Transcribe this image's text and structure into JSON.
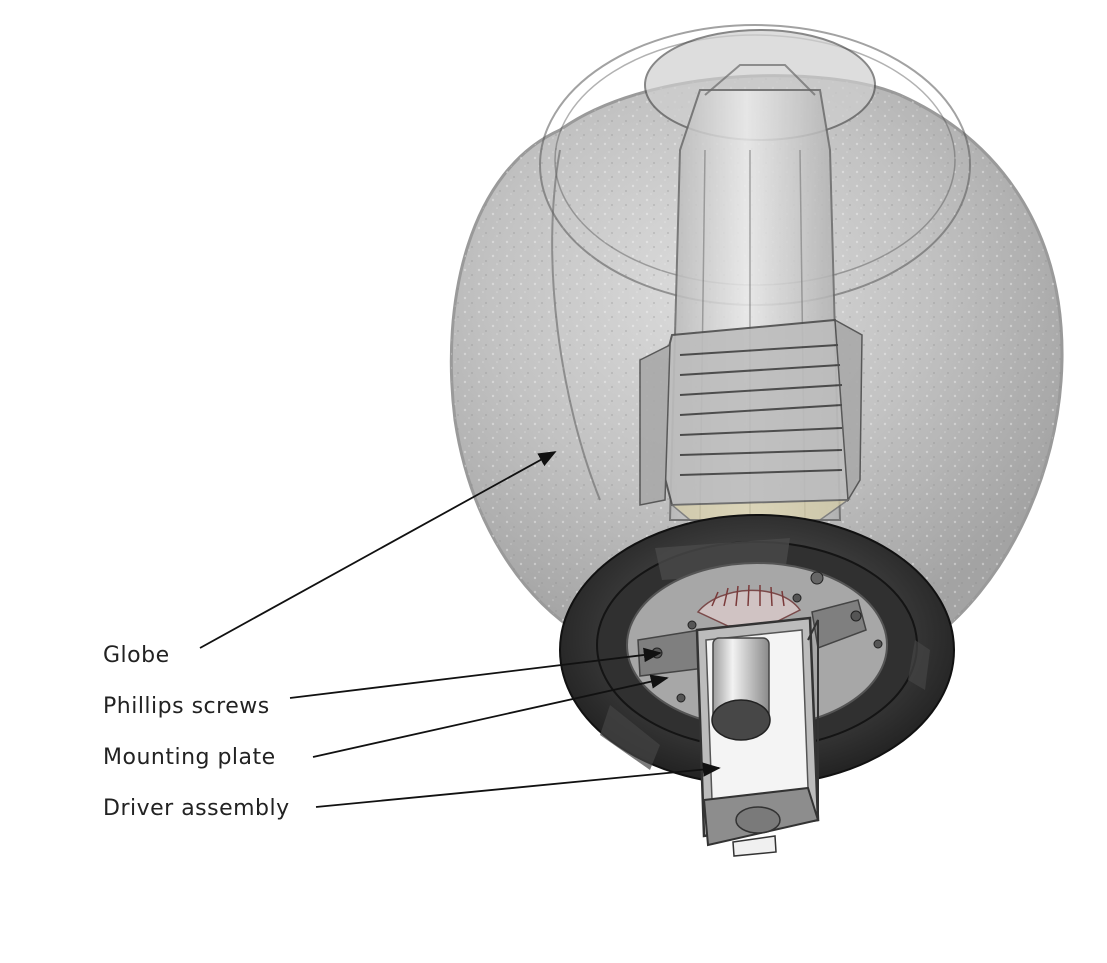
{
  "callouts": [
    {
      "key": "globe",
      "label": "Globe",
      "targets": "globe"
    },
    {
      "key": "phillips",
      "label": "Phillips screws",
      "targets": "screw"
    },
    {
      "key": "mounting",
      "label": "Mounting plate",
      "targets": "mounting plate"
    },
    {
      "key": "driver",
      "label": "Driver assembly",
      "targets": "driver assembly"
    }
  ],
  "colors": {
    "globe_fill": "#b9b9b9",
    "globe_edge": "#9a9a9a",
    "base_ring": "#2b2b2b",
    "plate": "#8f8f8f",
    "driver_box": "#e9e9e9",
    "lamp_core": "#d6d6d6",
    "leader_line": "#111111",
    "label_text": "#222222"
  }
}
